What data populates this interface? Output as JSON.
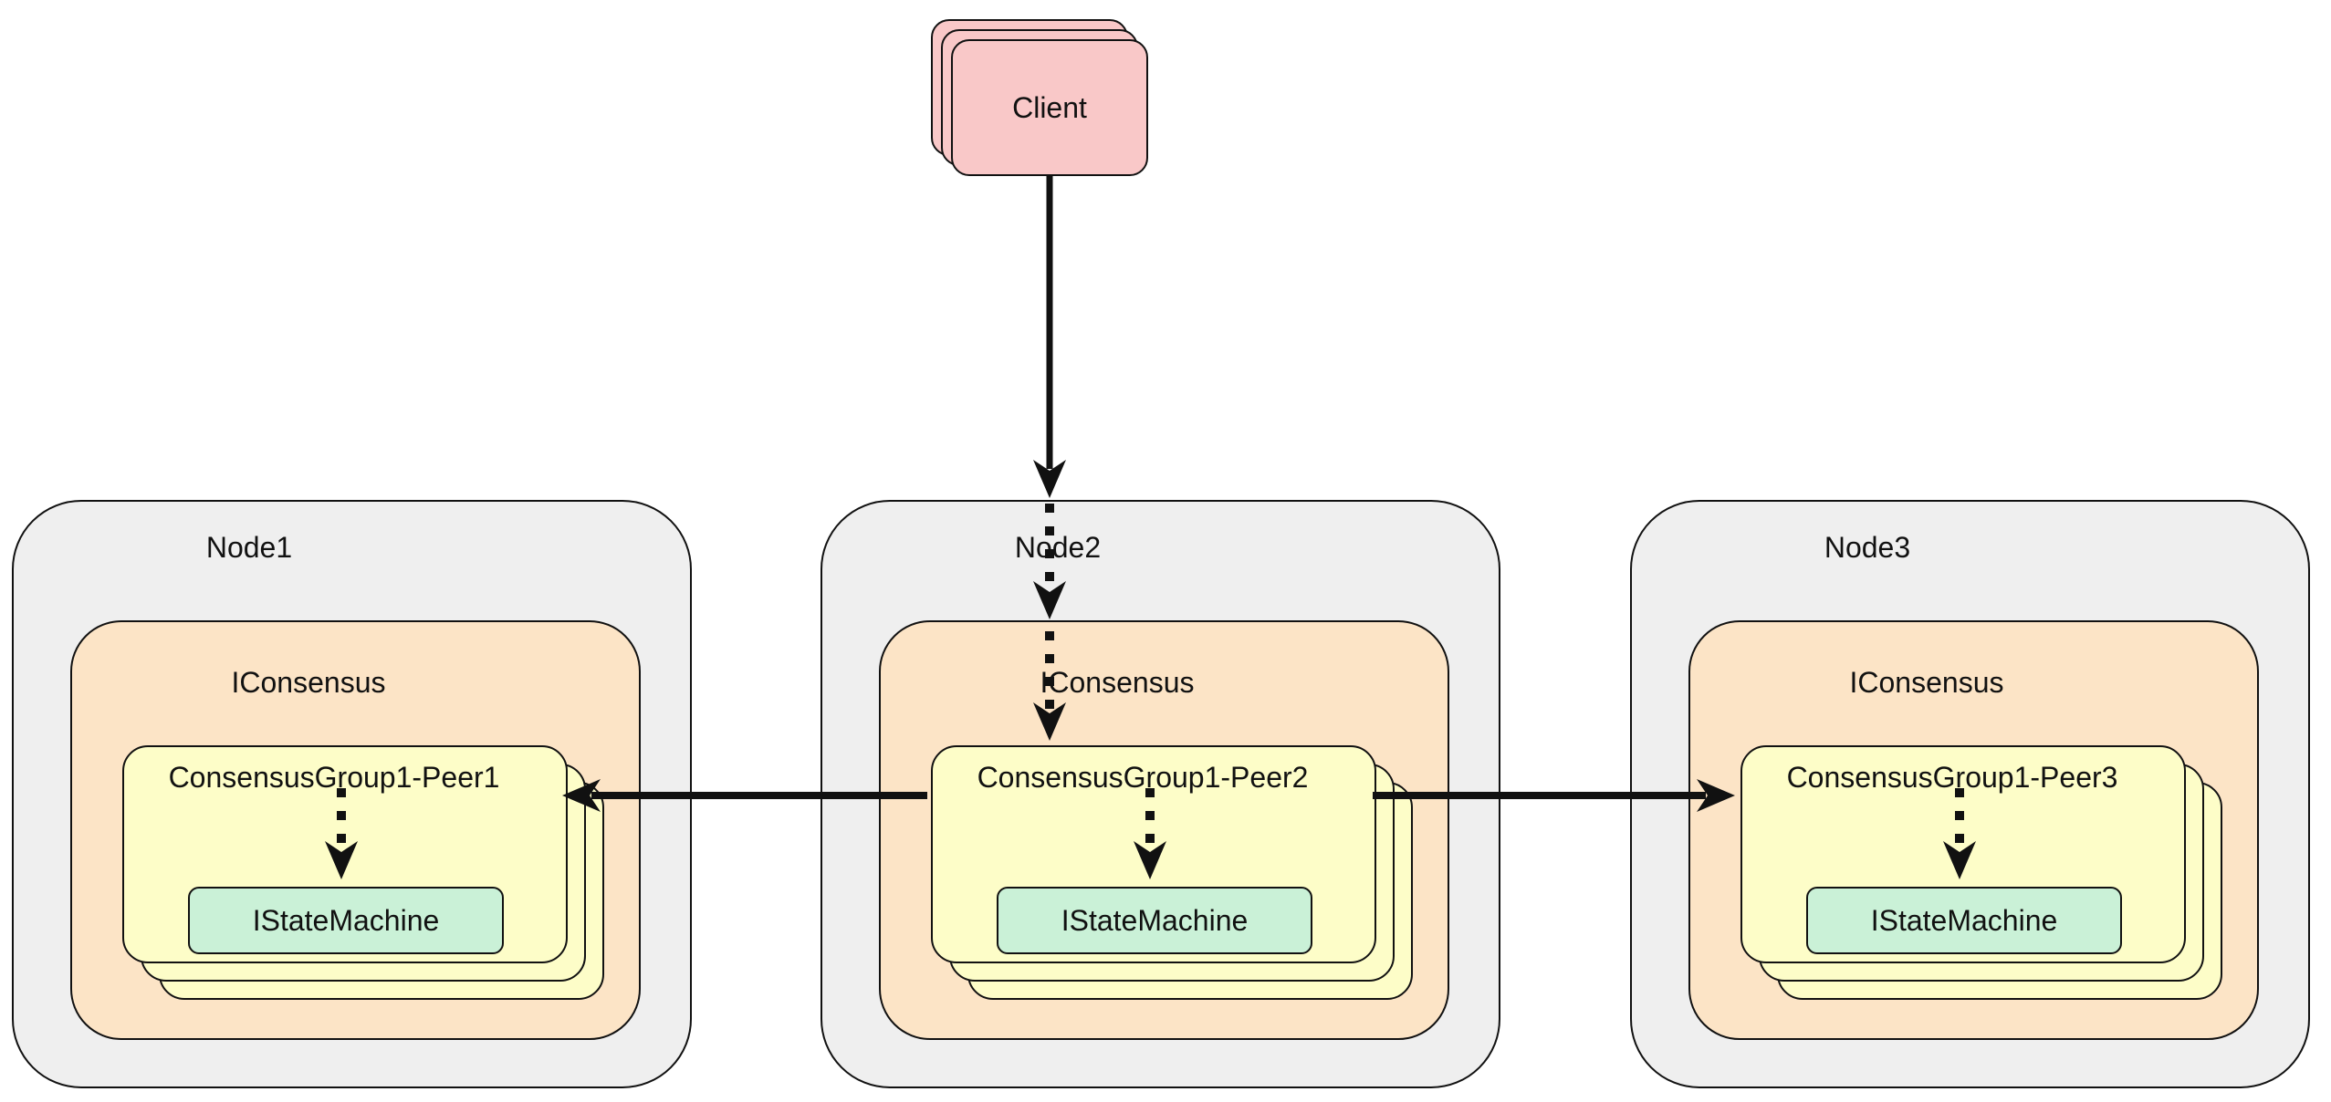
{
  "diagram": {
    "client": {
      "label": "Client"
    },
    "nodes": [
      {
        "title": "Node1",
        "consensus_label": "IConsensus",
        "peer_label": "ConsensusGroup1-Peer1",
        "state_machine_label": "IStateMachine"
      },
      {
        "title": "Node2",
        "consensus_label": "IConsensus",
        "peer_label": "ConsensusGroup1-Peer2",
        "state_machine_label": "IStateMachine"
      },
      {
        "title": "Node3",
        "consensus_label": "IConsensus",
        "peer_label": "ConsensusGroup1-Peer3",
        "state_machine_label": "IStateMachine"
      }
    ],
    "edges": [
      {
        "from": "Client",
        "to": "Node2",
        "style": "solid"
      },
      {
        "from": "Node2",
        "to": "IConsensus",
        "style": "dotted"
      },
      {
        "from": "IConsensus",
        "to": "ConsensusGroup1-Peer2",
        "style": "dotted"
      },
      {
        "from": "ConsensusGroup1-Peer2",
        "to": "ConsensusGroup1-Peer1",
        "style": "solid"
      },
      {
        "from": "ConsensusGroup1-Peer2",
        "to": "ConsensusGroup1-Peer3",
        "style": "solid"
      },
      {
        "from": "ConsensusGroup1-Peer1",
        "to": "IStateMachine",
        "style": "dotted"
      },
      {
        "from": "ConsensusGroup1-Peer2",
        "to": "IStateMachine",
        "style": "dotted"
      },
      {
        "from": "ConsensusGroup1-Peer3",
        "to": "IStateMachine",
        "style": "dotted"
      }
    ],
    "colors": {
      "client_fill": "#f9c8c8",
      "node_fill": "#efefef",
      "consensus_fill": "#fce4c6",
      "peer_fill": "#fdfdc8",
      "state_machine_fill": "#caf1d7",
      "stroke": "#111111",
      "background": "#ffffff"
    }
  }
}
